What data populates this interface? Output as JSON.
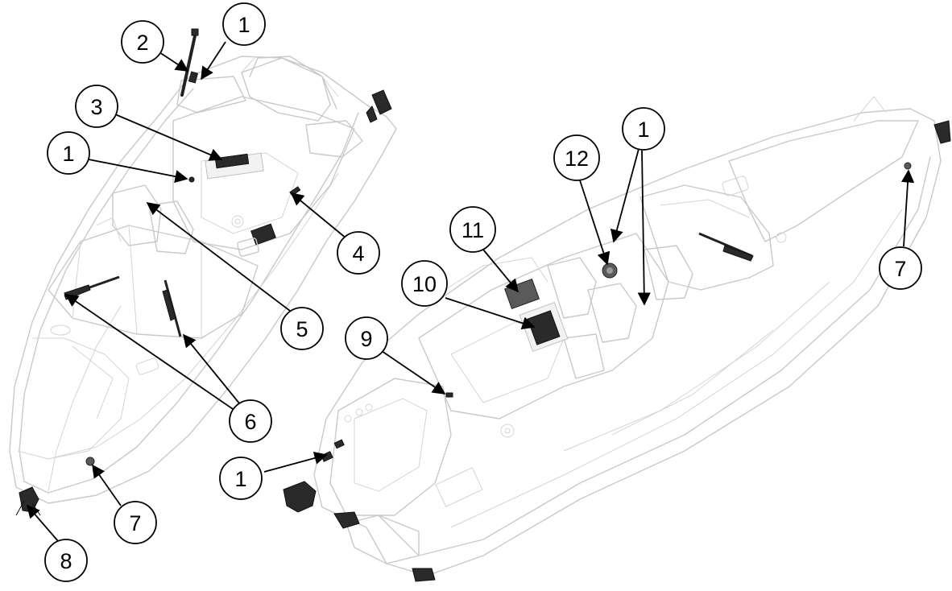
{
  "callouts": [
    {
      "id": "callout-1-top",
      "label": "1"
    },
    {
      "id": "callout-2",
      "label": "2"
    },
    {
      "id": "callout-3",
      "label": "3"
    },
    {
      "id": "callout-1-left",
      "label": "1"
    },
    {
      "id": "callout-4",
      "label": "4"
    },
    {
      "id": "callout-5",
      "label": "5"
    },
    {
      "id": "callout-6",
      "label": "6"
    },
    {
      "id": "callout-7-left",
      "label": "7"
    },
    {
      "id": "callout-8",
      "label": "8"
    },
    {
      "id": "callout-1-right-top",
      "label": "1"
    },
    {
      "id": "callout-12",
      "label": "12"
    },
    {
      "id": "callout-11",
      "label": "11"
    },
    {
      "id": "callout-10",
      "label": "10"
    },
    {
      "id": "callout-9",
      "label": "9"
    },
    {
      "id": "callout-7-right",
      "label": "7"
    },
    {
      "id": "callout-1-bottom",
      "label": "1"
    }
  ]
}
